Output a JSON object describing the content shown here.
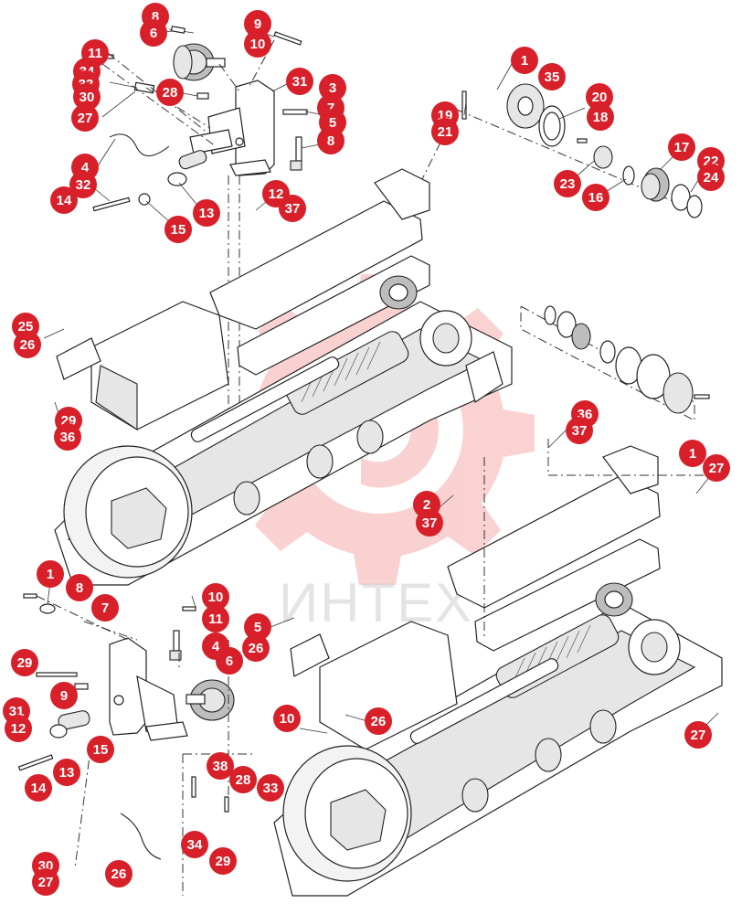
{
  "watermark": {
    "text": "ИНТЕХ",
    "color": "#e8312f"
  },
  "callout_color": "#d8202a",
  "callouts": [
    "8",
    "6",
    "9",
    "10",
    "11",
    "34",
    "33",
    "30",
    "27",
    "28",
    "31",
    "3",
    "7",
    "5",
    "8",
    "4",
    "32",
    "14",
    "15",
    "13",
    "12",
    "37",
    "1",
    "35",
    "19",
    "21",
    "20",
    "18",
    "17",
    "23",
    "16",
    "22",
    "24",
    "25",
    "26",
    "29",
    "36",
    "36",
    "37",
    "1",
    "27",
    "2",
    "37",
    "1",
    "8",
    "7",
    "10",
    "11",
    "5",
    "4",
    "6",
    "26",
    "29",
    "9",
    "31",
    "12",
    "13",
    "15",
    "14",
    "10",
    "26",
    "27",
    "38",
    "28",
    "33",
    "34",
    "29",
    "30",
    "27",
    "26",
    "32"
  ]
}
